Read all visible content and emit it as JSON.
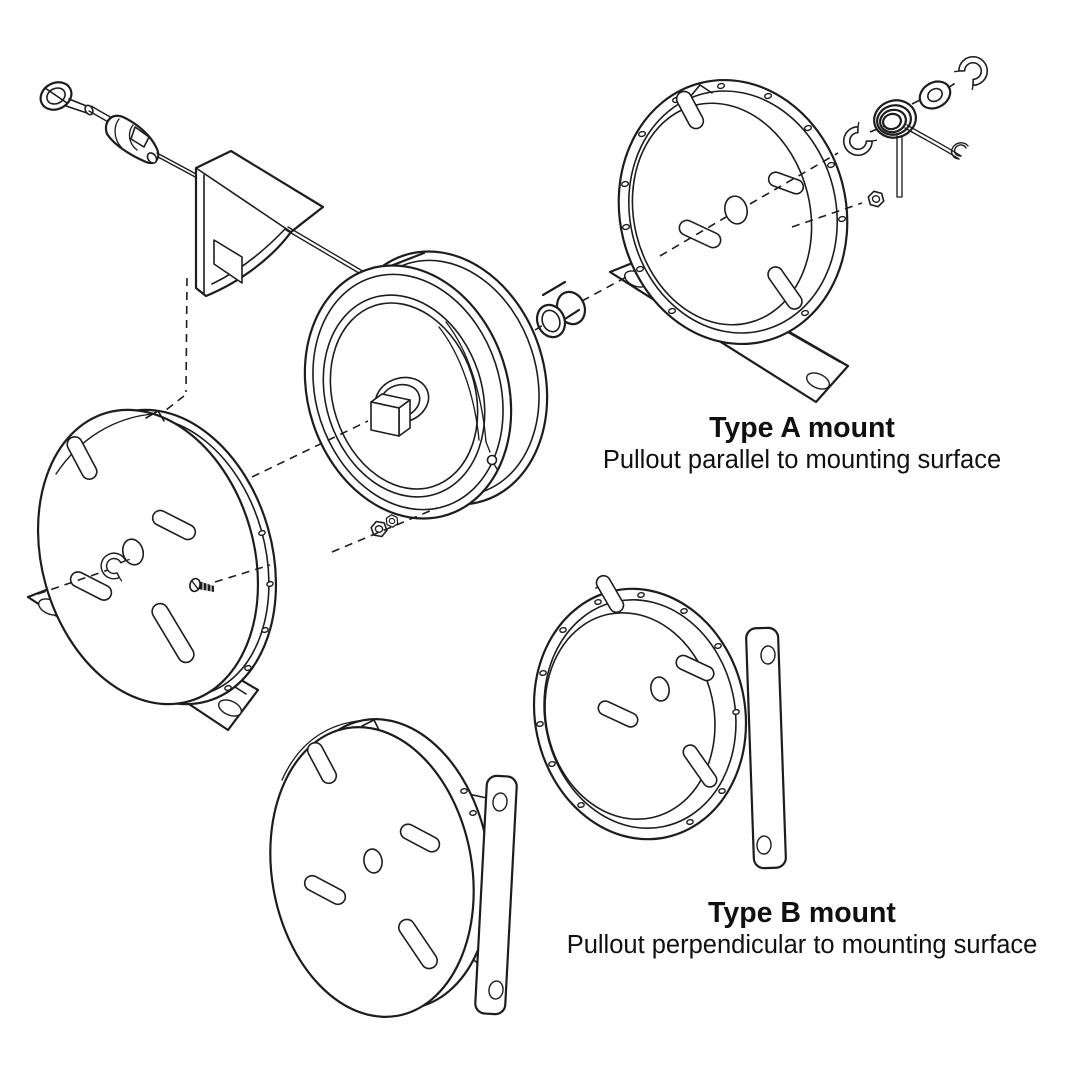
{
  "figure": {
    "type": "exploded-parts-diagram",
    "background_color": "#ffffff",
    "line_color": "#1d1d1d",
    "captions": {
      "type_a": {
        "title": "Type A mount",
        "subtitle": "Pullout parallel to mounting surface"
      },
      "type_b": {
        "title": "Type B mount",
        "subtitle": "Pullout perpendicular to mounting surface"
      }
    }
  }
}
